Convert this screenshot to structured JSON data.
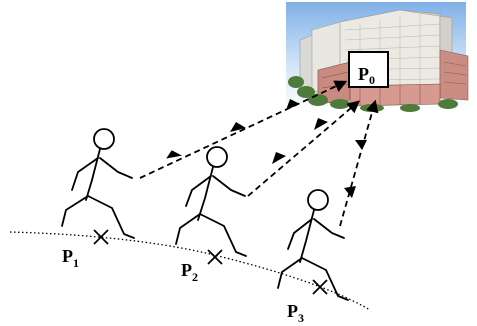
{
  "labels": {
    "p0": {
      "main": "P",
      "sub": "0"
    },
    "p1": {
      "main": "P",
      "sub": "1"
    },
    "p2": {
      "main": "P",
      "sub": "2"
    },
    "p3": {
      "main": "P",
      "sub": "3"
    }
  }
}
